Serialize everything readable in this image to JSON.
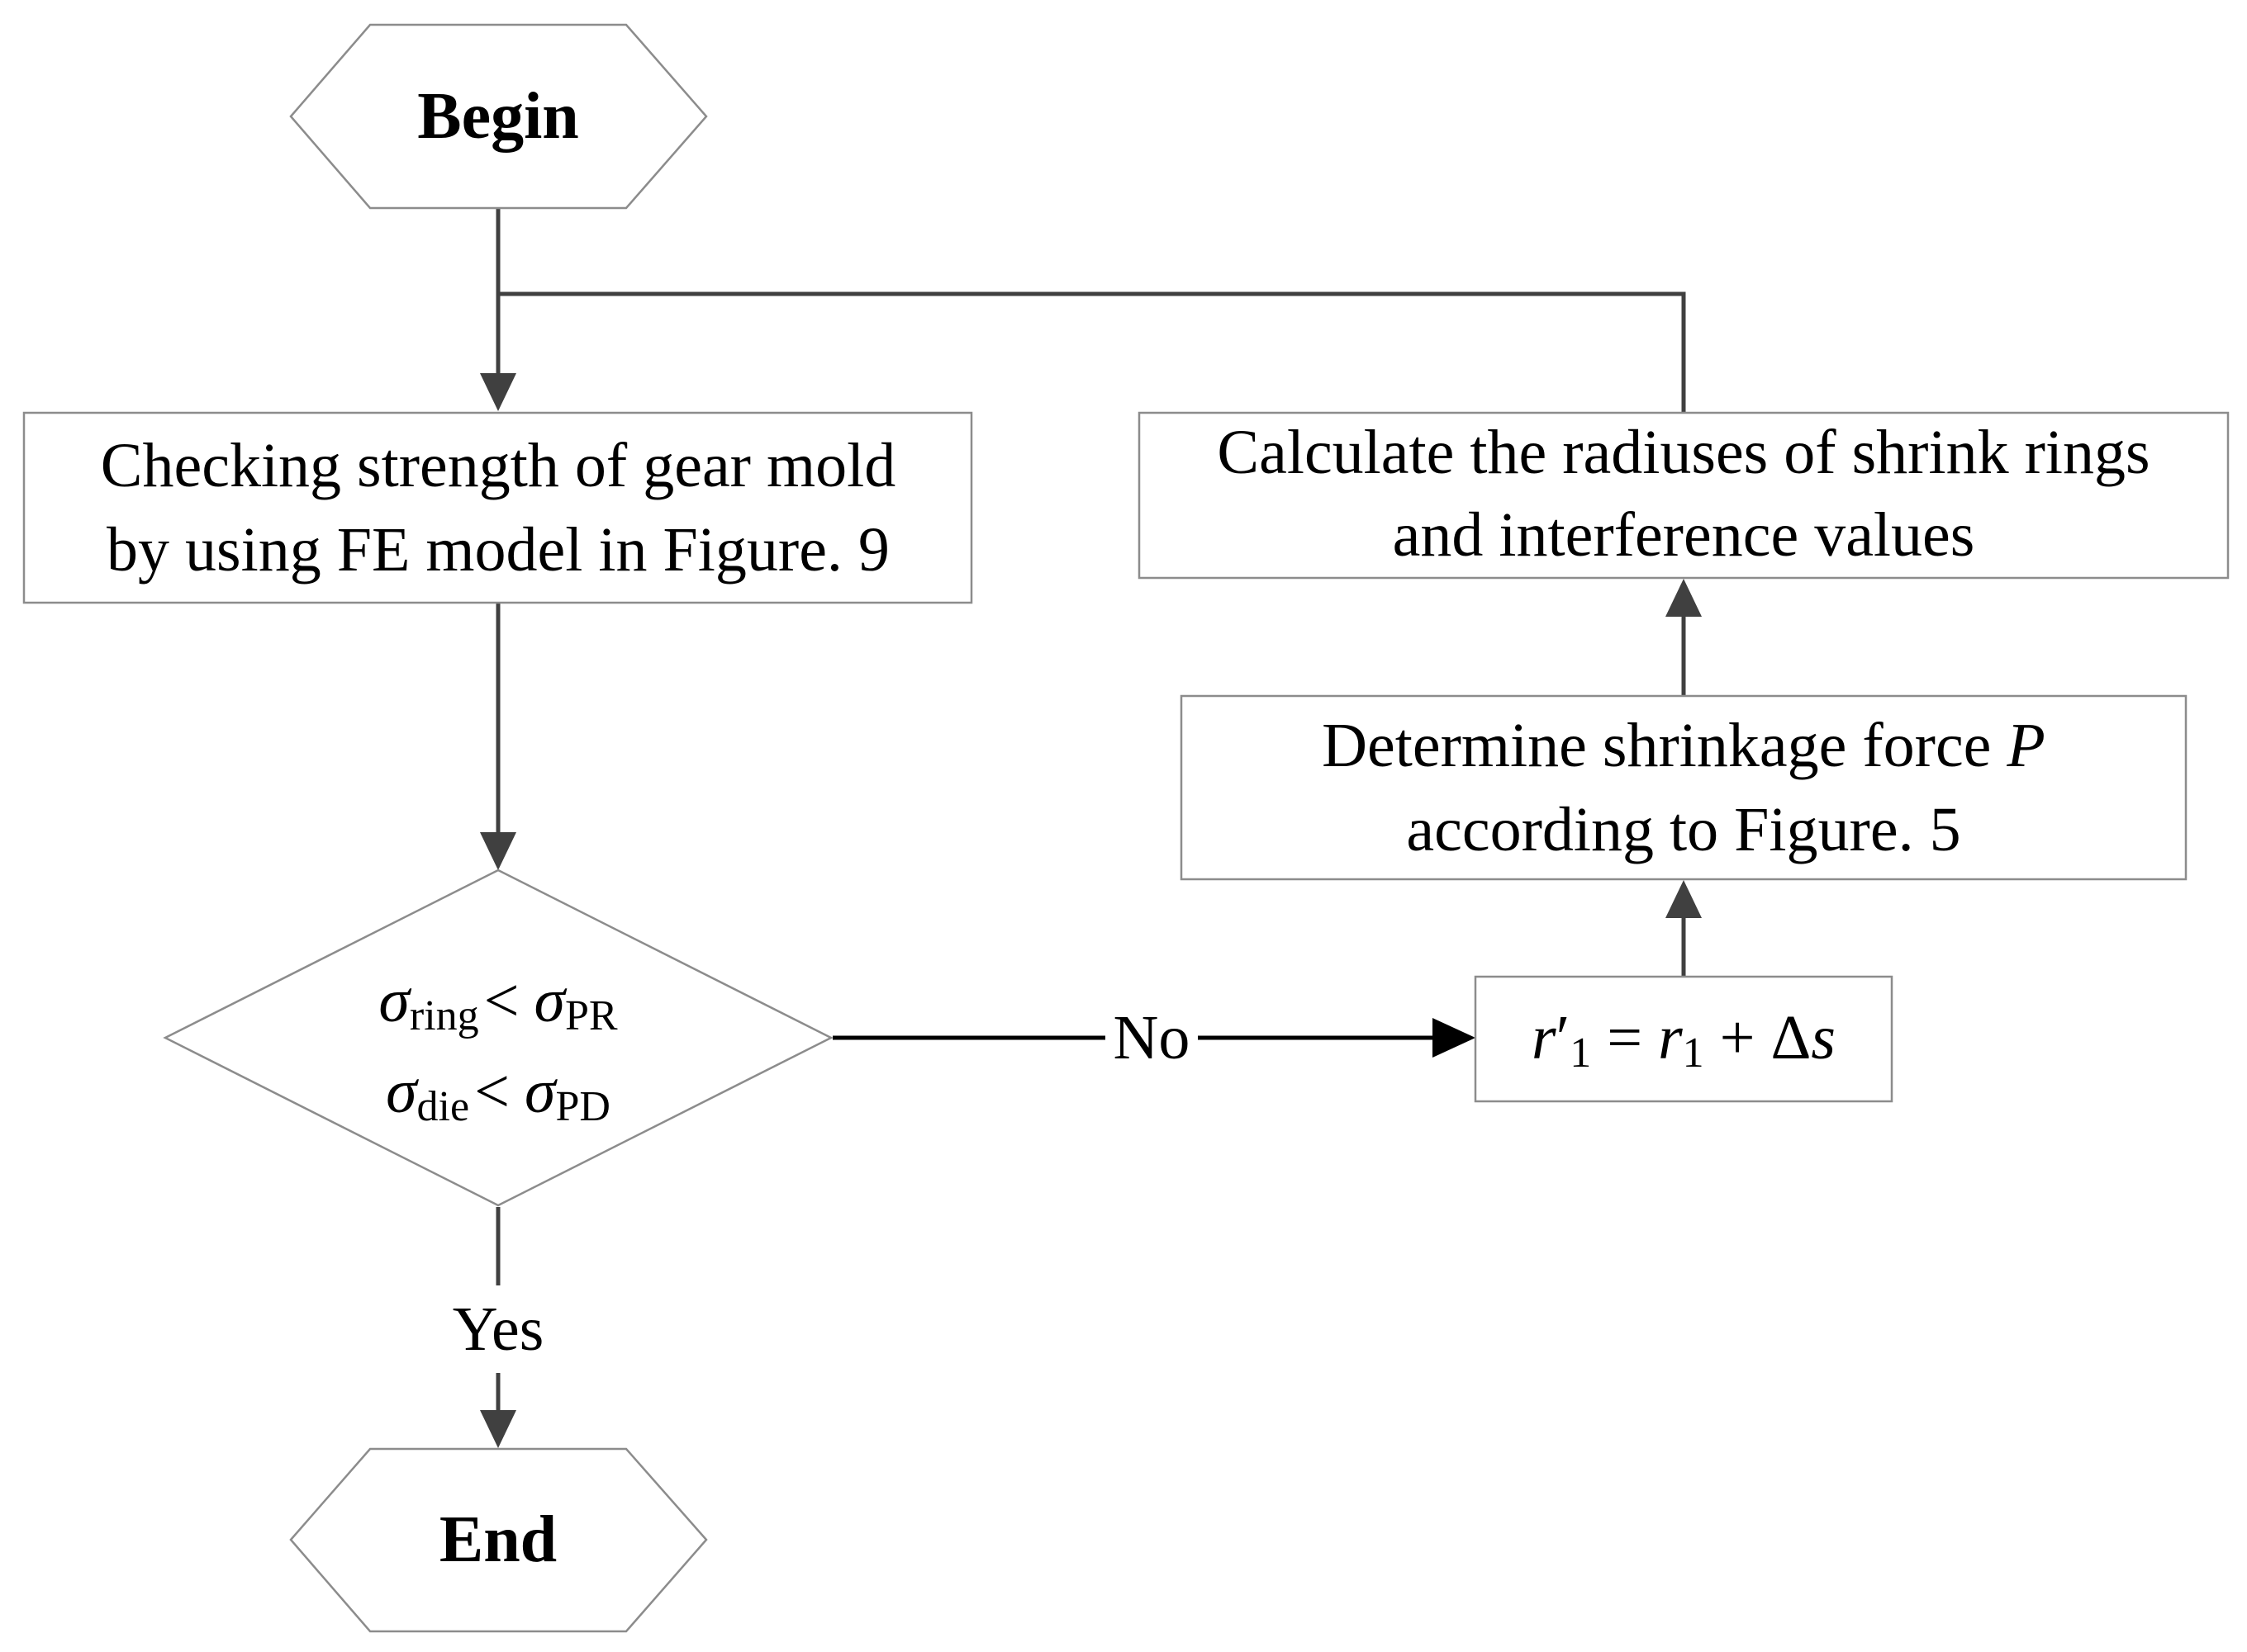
{
  "flowchart": {
    "begin": "Begin",
    "end": "End",
    "check_box": {
      "line1": "Checking strength of gear mold",
      "line2": "by using FE model in Figure. 9"
    },
    "decision": {
      "row1": {
        "sigma": "σ",
        "sub_left": "ring",
        "op": "<",
        "sub_right": "PR"
      },
      "row2": {
        "sigma": "σ",
        "sub_left": "die",
        "op": "<",
        "sub_right": "PD"
      }
    },
    "update_box": {
      "r": "r",
      "prime": "′",
      "sub": "1",
      "eq": " = ",
      "plus": " + ",
      "delta": "Δ",
      "s": "s"
    },
    "shrink_box": {
      "line1_text": "Determine shrinkage force ",
      "line1_var": "P",
      "line2": "according to Figure. 5"
    },
    "calc_box": {
      "line1": "Calculate the radiuses of shrink rings",
      "line2": "and interference values"
    },
    "labels": {
      "no": "No",
      "yes": "Yes"
    }
  }
}
